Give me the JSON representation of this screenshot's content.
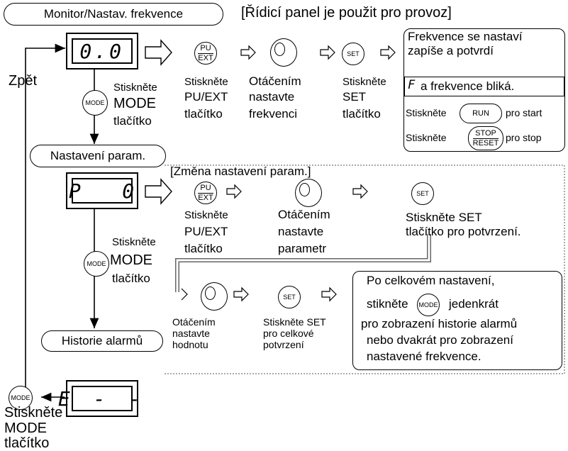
{
  "section_monitor": {
    "label": "Monitor/Nastav. frekvence",
    "note": "[Řídicí panel je použit pro provoz]",
    "display": "0.0",
    "back_label": "Zpět",
    "mode_press": [
      "Stiskněte",
      "MODE",
      "tlačítko"
    ],
    "step1": [
      "Stiskněte",
      "PU/EXT",
      "tlačítko"
    ],
    "step2": [
      "Otáčením",
      "nastavte",
      "frekvenci"
    ],
    "step3": [
      "Stiskněte",
      "SET",
      "tlačítko"
    ],
    "result_title": [
      "Frekvence se nastaví",
      "zapíše a potvrdí"
    ],
    "blink_symbol": "F",
    "blink_text": "a frekvence bliká.",
    "run_line_pre": "Stiskněte",
    "run_line_post": "pro start",
    "stop_line_pre": "Stiskněte",
    "stop_line_post": "pro stop"
  },
  "section_params": {
    "label": "Nastavení param.",
    "note": "[Změna nastavení param.]",
    "display": "P   0",
    "mode_press": [
      "Stiskněte",
      "MODE",
      "tlačítko"
    ],
    "step1": [
      "Stiskněte",
      "PU/EXT",
      "tlačítko"
    ],
    "step2": [
      "Otáčením",
      "nastavte",
      "parametr"
    ],
    "step3": [
      "Stiskněte SET",
      "tlačítko pro potvrzení."
    ],
    "step4": [
      "Otáčením",
      "nastavte",
      "hodnotu"
    ],
    "step5": [
      "Stiskněte SET",
      "pro celkové",
      "potvrzení"
    ],
    "final_line1": "Po celkovém nastavení,",
    "final_line2_pre": "stikněte",
    "final_line2_post": "jedenkrát",
    "final_line3": "pro zobrazení historie alarmů",
    "final_line4": "nebo dvakrát pro zobrazení",
    "final_line5": "nastavené frekvence."
  },
  "section_alarm": {
    "label": "Historie alarmů",
    "display": "E - -",
    "mode_press": [
      "Stiskněte",
      "MODE",
      "tlačítko"
    ]
  },
  "buttons": {
    "pu": "PU",
    "ext": "EXT",
    "mode": "MODE",
    "set": "SET",
    "run": "RUN",
    "stop": "STOP",
    "reset": "RESET"
  }
}
